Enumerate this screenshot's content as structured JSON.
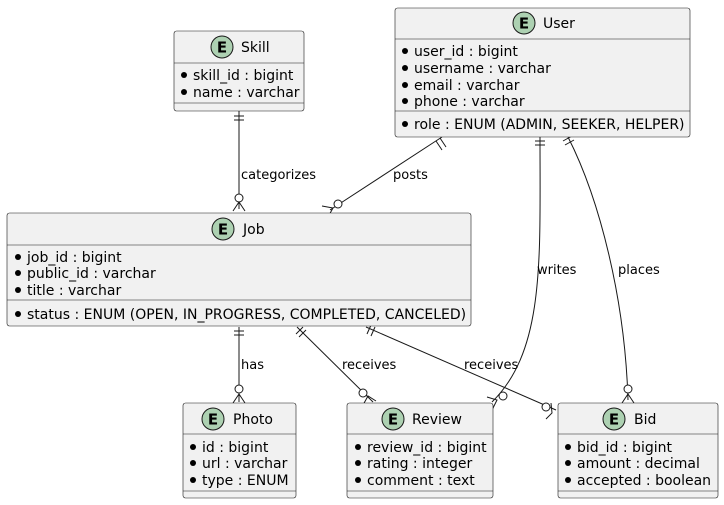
{
  "entity_letter": "E",
  "entities": {
    "skill": {
      "name": "Skill",
      "attributes": [
        "skill_id : bigint",
        "name : varchar"
      ],
      "extra": []
    },
    "user": {
      "name": "User",
      "attributes": [
        "user_id : bigint",
        "username : varchar",
        "email : varchar",
        "phone : varchar"
      ],
      "extra": [
        "role : ENUM (ADMIN, SEEKER, HELPER)"
      ]
    },
    "job": {
      "name": "Job",
      "attributes": [
        "job_id : bigint",
        "public_id : varchar",
        "title : varchar"
      ],
      "extra": [
        "status : ENUM (OPEN, IN_PROGRESS, COMPLETED, CANCELED)"
      ]
    },
    "photo": {
      "name": "Photo",
      "attributes": [
        "id : bigint",
        "url : varchar",
        "type : ENUM"
      ],
      "extra": []
    },
    "review": {
      "name": "Review",
      "attributes": [
        "review_id : bigint",
        "rating : integer",
        "comment : text"
      ],
      "extra": []
    },
    "bid": {
      "name": "Bid",
      "attributes": [
        "bid_id : bigint",
        "amount : decimal",
        "accepted : boolean"
      ],
      "extra": []
    }
  },
  "relations": {
    "categorizes": "categorizes",
    "posts": "posts",
    "writes": "writes",
    "places": "places",
    "has": "has",
    "receives_review": "receives",
    "receives_bid": "receives"
  }
}
